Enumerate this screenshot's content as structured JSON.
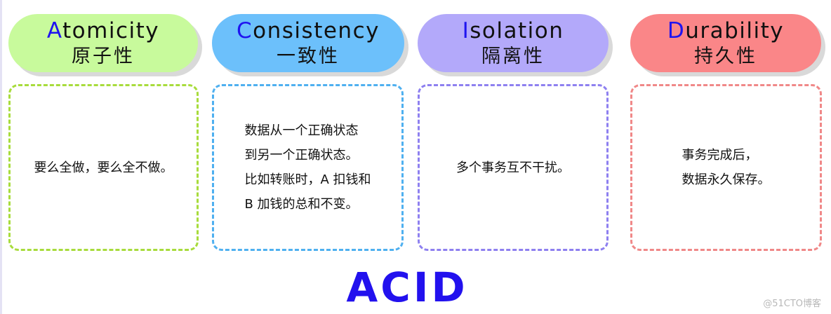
{
  "title": "ACID",
  "colors": {
    "atomicity": "#c8fa9c",
    "consistency": "#6cc0fb",
    "isolation": "#b3a9fa",
    "durability": "#fa8688",
    "atomicity_border": "#a8dc3c",
    "consistency_border": "#4fb0f0",
    "isolation_border": "#8e80f0",
    "durability_border": "#f08888",
    "accent_letter": "#1f14f0",
    "title": "#2211ee"
  },
  "properties": [
    {
      "first_letter": "A",
      "rest": "tomicity",
      "zh": "原子性",
      "description": "要么全做，要么全不做。"
    },
    {
      "first_letter": "C",
      "rest": "onsistency",
      "zh": "一致性",
      "description": "数据从一个正确状态\n到另一个正确状态。\n比如转账时，A 扣钱和\nB 加钱的总和不变。"
    },
    {
      "first_letter": "I",
      "rest": "solation",
      "zh": "隔离性",
      "description": "多个事务互不干扰。"
    },
    {
      "first_letter": "D",
      "rest": "urability",
      "zh": "持久性",
      "description": "事务完成后，\n数据永久保存。"
    }
  ],
  "watermark": "@51CTO博客"
}
